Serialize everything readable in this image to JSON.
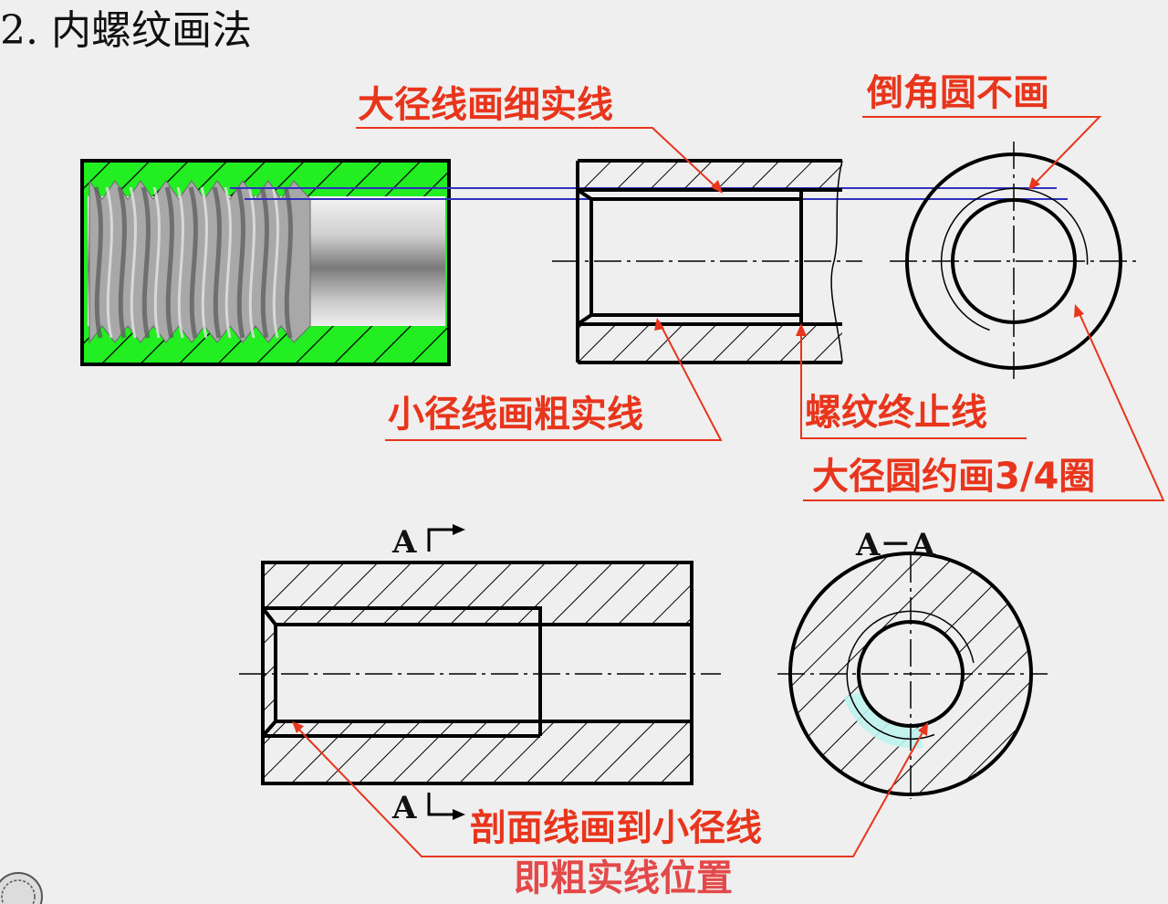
{
  "title": "2. 内螺纹画法",
  "labels": {
    "major_thin": "大径线画细实线",
    "chamfer": "倒角圆不画",
    "minor_thick": "小径线画粗实线",
    "thread_end": "螺纹终止线",
    "major_circle": "大径圆约画3/4圈",
    "hatch_to_minor": "剖面线画到小径线",
    "thick_position": "即粗实线位置"
  },
  "section": {
    "name": "A－A",
    "mark_top": "A",
    "mark_bottom": "A"
  },
  "colors": {
    "annotation": "#e8351c",
    "thread_fill": "#22ee22",
    "guide_line": "#3030c0",
    "highlight": "#bff2ee",
    "background": "#efefef"
  }
}
